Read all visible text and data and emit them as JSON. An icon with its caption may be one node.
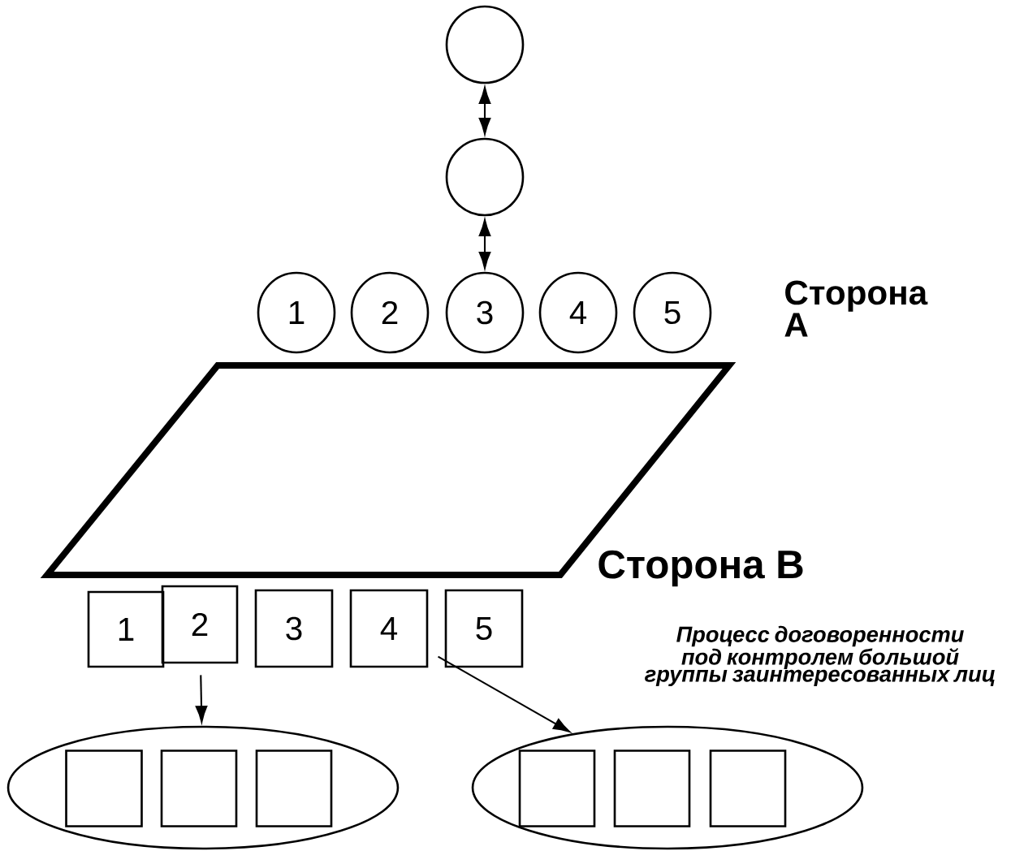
{
  "diagram": {
    "nodes": [
      {
        "text": [],
        "shape": "circle"
      },
      {
        "text": [],
        "shape": "circle"
      },
      {
        "text": [
          "1"
        ]
      },
      {
        "text": [
          "2"
        ]
      },
      {
        "text": [
          "3"
        ]
      },
      {
        "text": [
          "4"
        ]
      },
      {
        "text": [
          "5"
        ]
      },
      {
        "text": [],
        "shape": "parallelogram"
      },
      {
        "text": [
          "1"
        ]
      },
      {
        "text": [
          "2"
        ]
      },
      {
        "text": [
          "3"
        ]
      },
      {
        "text": [
          "4"
        ]
      },
      {
        "text": [
          "5"
        ]
      },
      {
        "text": [],
        "shape": "ellipse"
      },
      {
        "text": [],
        "shape": "box",
        "in": 13
      },
      {
        "text": [],
        "shape": "box",
        "in": 13
      },
      {
        "text": [],
        "shape": "box",
        "in": 13
      },
      {
        "text": [],
        "shape": "ellipse"
      },
      {
        "text": [],
        "shape": "box",
        "in": 17
      },
      {
        "text": [],
        "shape": "box",
        "in": 17
      },
      {
        "text": [],
        "shape": "box",
        "in": 17
      }
    ],
    "edges": [
      {
        "from": 0,
        "to": 1,
        "arrow": "both"
      },
      {
        "from": 1,
        "to": 4,
        "arrow": "both"
      },
      {
        "from": 9,
        "to": 13,
        "arrow": "to"
      },
      {
        "from": 11,
        "to": 17,
        "arrow": "to"
      }
    ],
    "labels": [
      "Сторона A",
      "Сторона B",
      "Процесс договоренности под контролем большой группы заинтересованных лиц"
    ]
  }
}
